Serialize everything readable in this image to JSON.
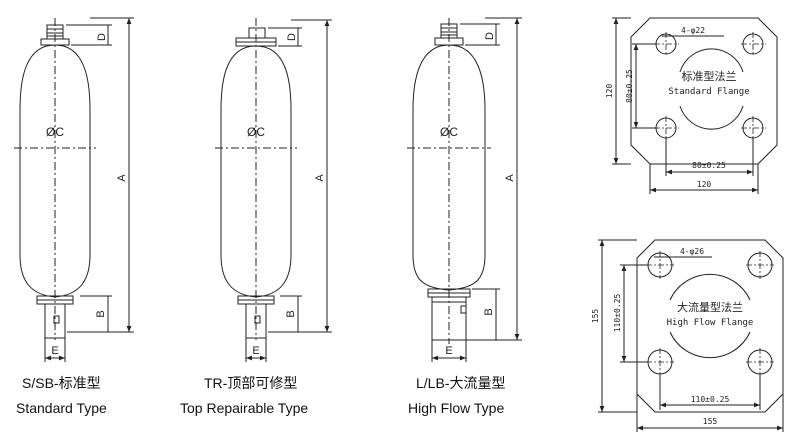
{
  "accumulators": [
    {
      "id": "standard",
      "label_d": "D",
      "label_c": "ØC",
      "label_a": "A",
      "label_b": "B",
      "label_e": "E",
      "caption_cn": "S/SB-标准型",
      "caption_en": "Standard Type"
    },
    {
      "id": "top-repairable",
      "label_d": "D",
      "label_c": "ØC",
      "label_a": "A",
      "label_b": "B",
      "label_e": "E",
      "caption_cn": "TR-顶部可修型",
      "caption_en": "Top Repairable Type"
    },
    {
      "id": "high-flow",
      "label_d": "D",
      "label_c": "ØC",
      "label_a": "A",
      "label_b": "B",
      "label_e": "E",
      "caption_cn": "L/LB-大流量型",
      "caption_en": "High Flow Type"
    }
  ],
  "flanges": [
    {
      "id": "standard-flange",
      "hole_label": "4-φ22",
      "name_cn": "标准型法兰",
      "name_en": "Standard Flange",
      "dim_outer_v": "120",
      "dim_inner_v": "80±0.25",
      "dim_inner_h": "80±0.25",
      "dim_outer_h": "120"
    },
    {
      "id": "high-flow-flange",
      "hole_label": "4-φ26",
      "name_cn": "大流量型法兰",
      "name_en": "High Flow Flange",
      "dim_outer_v": "155",
      "dim_inner_v": "110±0.25",
      "dim_inner_h": "110±0.25",
      "dim_outer_h": "155"
    }
  ]
}
